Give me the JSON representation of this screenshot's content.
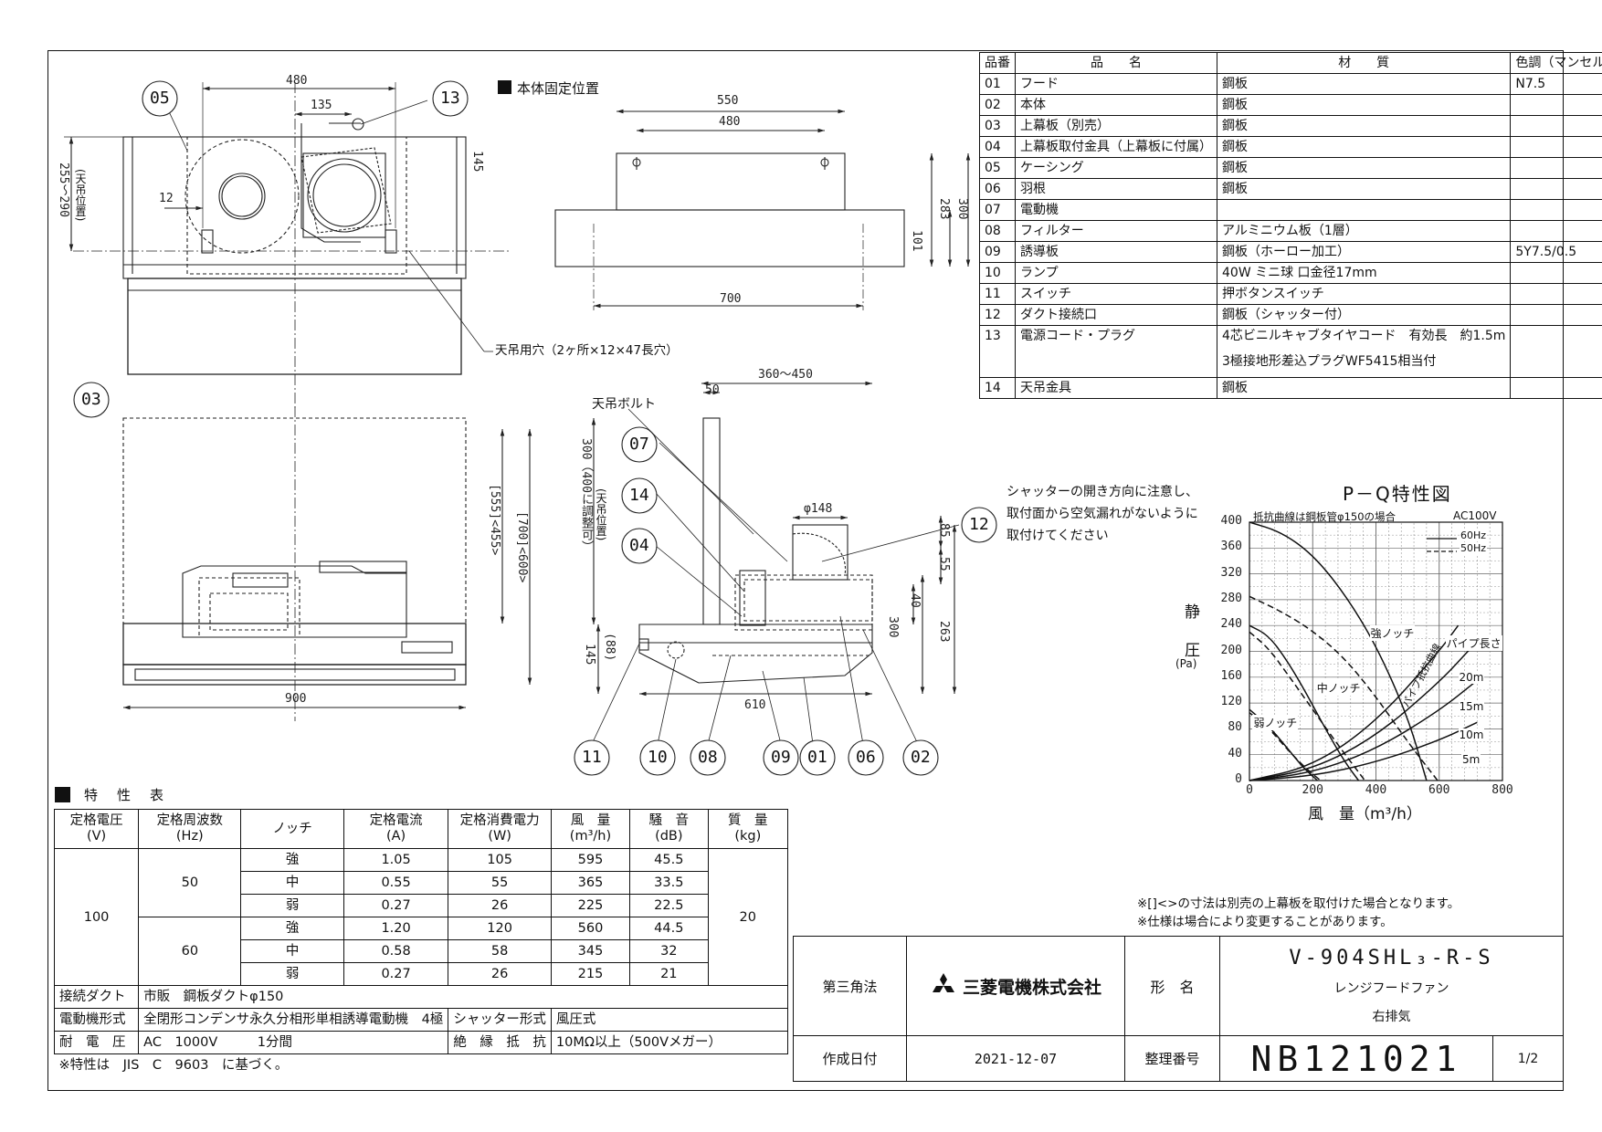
{
  "header": {
    "fixed_position_legend": "本体固定位置"
  },
  "parts_table": {
    "headers": [
      "品番",
      "品　　名",
      "材　　質",
      "色調（マンセル・近）"
    ],
    "rows": [
      [
        "01",
        "フード",
        "鋼板",
        "N7.5"
      ],
      [
        "02",
        "本体",
        "鋼板",
        ""
      ],
      [
        "03",
        "上幕板（別売）",
        "鋼板",
        ""
      ],
      [
        "04",
        "上幕板取付金具（上幕板に付属）",
        "鋼板",
        ""
      ],
      [
        "05",
        "ケーシング",
        "鋼板",
        ""
      ],
      [
        "06",
        "羽根",
        "鋼板",
        ""
      ],
      [
        "07",
        "電動機",
        "",
        ""
      ],
      [
        "08",
        "フィルター",
        "アルミニウム板（1層）",
        ""
      ],
      [
        "09",
        "誘導板",
        "鋼板（ホーロー加工）",
        "5Y7.5/0.5"
      ],
      [
        "10",
        "ランプ",
        "40W ミニ球 口金径17mm",
        ""
      ],
      [
        "11",
        "スイッチ",
        "押ボタンスイッチ",
        ""
      ],
      [
        "12",
        "ダクト接続口",
        "鋼板（シャッター付）",
        ""
      ],
      [
        "13",
        "電源コード・プラグ",
        "4芯ビニルキャブタイヤコード　有効長　約1.5m",
        ""
      ],
      [
        "",
        "",
        "3極接地形差込プラグWF5415相当付",
        ""
      ],
      [
        "14",
        "天吊金具",
        "鋼板",
        ""
      ]
    ]
  },
  "drawing": {
    "top_view": {
      "dim_width": "480",
      "dim_offset": "135",
      "dim_depth": "145",
      "dim_hang": "255～290",
      "dim_hang_note": "(天吊位置)",
      "dim_small": "12",
      "hang_hole_note": "天吊用穴（2ヶ所×12×47長穴）"
    },
    "mini_front": {
      "dim_550": "550",
      "dim_480": "480",
      "dim_700": "700",
      "dim_283": "283",
      "dim_300": "300",
      "dim_101": "101"
    },
    "front_view": {
      "dim_900": "900",
      "dim_555": "[555]<455>",
      "dim_700": "[700]<600>"
    },
    "side_view": {
      "dim_range": "360～450",
      "dim_50": "50",
      "bolt_label": "天吊ボルト",
      "dim_300_adj": "300（400に調整可）",
      "dim_300_note": "(天吊位置)",
      "dim_phi": "φ148",
      "dim_145": "145",
      "dim_88": "(88)",
      "dim_610": "610",
      "dim_300b": "300",
      "dim_263": "263",
      "dim_40": "40",
      "dim_55": "55",
      "dim_85": "85"
    },
    "callouts": [
      "05",
      "13",
      "03",
      "07",
      "14",
      "04",
      "12",
      "11",
      "10",
      "08",
      "09",
      "01",
      "06",
      "02"
    ]
  },
  "shutter_note": [
    "シャッターの開き方向に注意し、",
    "取付面から空気漏れがないように",
    "取付けてください"
  ],
  "chart_data": {
    "type": "line",
    "title": "P－Q特性図",
    "subtitle": "抵抗曲線は鋼板管φ150の場合",
    "power_note": "AC100V",
    "xlabel": "風　量（m³/h）",
    "ylabel": "静圧（Pa）",
    "ylabel_chars": [
      "静",
      "圧"
    ],
    "ylabel_unit": "(Pa)",
    "xlim": [
      0,
      800
    ],
    "ylim": [
      0,
      400
    ],
    "x_ticks": [
      0,
      200,
      400,
      600,
      800
    ],
    "y_ticks": [
      0,
      40,
      80,
      120,
      160,
      200,
      240,
      280,
      320,
      360,
      400
    ],
    "grid": true,
    "legend": [
      {
        "name": "60Hz",
        "style": "solid"
      },
      {
        "name": "50Hz",
        "style": "dashed"
      }
    ],
    "series": [
      {
        "name": "強ノッチ 60Hz",
        "style": "solid",
        "x": [
          0,
          100,
          200,
          300,
          400,
          500,
          560
        ],
        "y": [
          400,
          385,
          350,
          290,
          210,
          100,
          0
        ]
      },
      {
        "name": "強ノッチ 50Hz",
        "style": "dashed",
        "x": [
          0,
          100,
          200,
          300,
          400,
          500,
          595
        ],
        "y": [
          285,
          262,
          232,
          190,
          130,
          60,
          0
        ]
      },
      {
        "name": "中ノッチ 60Hz",
        "style": "solid",
        "x": [
          0,
          60,
          120,
          180,
          240,
          300,
          345
        ],
        "y": [
          240,
          225,
          185,
          135,
          80,
          30,
          0
        ]
      },
      {
        "name": "中ノッチ 50Hz",
        "style": "dashed",
        "x": [
          0,
          60,
          120,
          200,
          280,
          365
        ],
        "y": [
          230,
          205,
          165,
          110,
          55,
          0
        ]
      },
      {
        "name": "弱ノッチ 60Hz",
        "style": "solid",
        "x": [
          0,
          60,
          120,
          170,
          215
        ],
        "y": [
          110,
          85,
          50,
          20,
          0
        ]
      },
      {
        "name": "弱ノッチ 50Hz",
        "style": "dashed",
        "x": [
          0,
          60,
          120,
          180,
          225
        ],
        "y": [
          105,
          82,
          48,
          18,
          0
        ]
      },
      {
        "name": "パイプ長さ 20m",
        "style": "solid",
        "x": [
          0,
          200,
          400,
          600,
          660
        ],
        "y": [
          0,
          22,
          90,
          200,
          240
        ]
      },
      {
        "name": "パイプ長さ 15m",
        "style": "solid",
        "x": [
          0,
          200,
          400,
          600,
          700
        ],
        "y": [
          0,
          17,
          68,
          152,
          205
        ]
      },
      {
        "name": "パイプ長さ 10m",
        "style": "solid",
        "x": [
          0,
          200,
          400,
          600,
          720
        ],
        "y": [
          0,
          12,
          48,
          108,
          155
        ]
      },
      {
        "name": "パイプ長さ 5m",
        "style": "solid",
        "x": [
          0,
          200,
          400,
          600,
          720
        ],
        "y": [
          0,
          7,
          28,
          62,
          90
        ]
      }
    ],
    "annotations": [
      {
        "text": "強ノッチ",
        "x": 380,
        "y": 240
      },
      {
        "text": "中ノッチ",
        "x": 210,
        "y": 155
      },
      {
        "text": "弱ノッチ",
        "x": 10,
        "y": 102
      },
      {
        "text": "パイプ抵抗曲線",
        "x": 470,
        "y": 120
      },
      {
        "text": "パイプ長さ",
        "x": 620,
        "y": 225
      },
      {
        "text": "20m",
        "x": 660,
        "y": 170
      },
      {
        "text": "15m",
        "x": 660,
        "y": 125
      },
      {
        "text": "10m",
        "x": 660,
        "y": 80
      },
      {
        "text": "5m",
        "x": 670,
        "y": 43
      }
    ]
  },
  "spec_section": {
    "title": "特　性　表",
    "headers": [
      [
        "定格電圧",
        "(V)"
      ],
      [
        "定格周波数",
        "(Hz)"
      ],
      [
        "ノッチ"
      ],
      [
        "定格電流",
        "(A)"
      ],
      [
        "定格消費電力",
        "(W)"
      ],
      [
        "風　量",
        "(m³/h)"
      ],
      [
        "騒　音",
        "(dB)"
      ],
      [
        "質　量",
        "(kg)"
      ]
    ],
    "voltage": "100",
    "mass": "20",
    "freq_groups": [
      {
        "freq": "50",
        "rows": [
          [
            "強",
            "1.05",
            "105",
            "595",
            "45.5"
          ],
          [
            "中",
            "0.55",
            "55",
            "365",
            "33.5"
          ],
          [
            "弱",
            "0.27",
            "26",
            "225",
            "22.5"
          ]
        ]
      },
      {
        "freq": "60",
        "rows": [
          [
            "強",
            "1.20",
            "120",
            "560",
            "44.5"
          ],
          [
            "中",
            "0.58",
            "58",
            "345",
            "32"
          ],
          [
            "弱",
            "0.27",
            "26",
            "215",
            "21"
          ]
        ]
      }
    ],
    "duct_label": "接続ダクト",
    "duct_value": "市販　鋼板ダクトφ150",
    "motor_label": "電動機形式",
    "motor_value": "全閉形コンデンサ永久分相形単相誘導電動機　4極",
    "shutter_label": "シャッター形式",
    "shutter_value": "風圧式",
    "voltage_label": "耐　電　圧",
    "voltage_value": "AC　1000V　　　1分間",
    "insulation_label": "絶　縁　抵　抗",
    "insulation_value": "10MΩ以上（500Vメガー）",
    "footnote": "※特性は　JIS　C　9603　に基づく。"
  },
  "notes": [
    "※[]<>の寸法は別売の上幕板を取付けた場合となります。",
    "※仕様は場合により変更することがあります。"
  ],
  "title_block": {
    "projection": "第三角法",
    "company": "三菱電機株式会社",
    "model_label": "形　名",
    "model": "V-904SHL₃-R-S",
    "product": "レンジフードファン",
    "exhaust": "右排気",
    "date_label": "作成日付",
    "date": "2021-12-07",
    "number_label": "整理番号",
    "number": "NB121021",
    "sheet": "1/2"
  }
}
